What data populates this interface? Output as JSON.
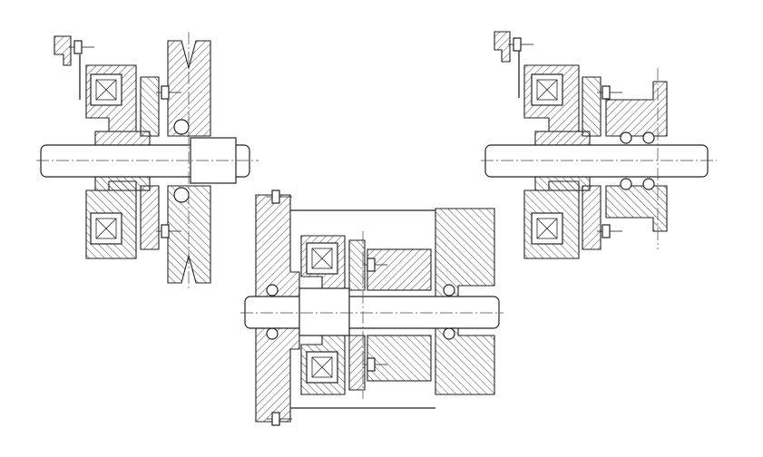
{
  "colors": {
    "line": "#222222",
    "background": "#ffffff"
  },
  "drawings": [
    {
      "id": "pulley-clutch-assembly"
    },
    {
      "id": "housing-mounted-clutch-assembly"
    },
    {
      "id": "gear-clutch-assembly"
    }
  ]
}
